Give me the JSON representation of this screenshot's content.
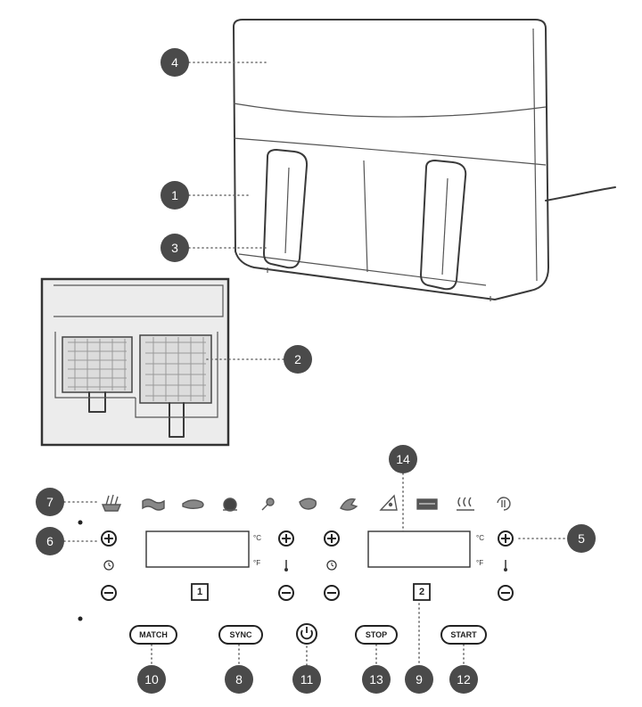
{
  "callouts": {
    "n1": "1",
    "n2": "2",
    "n3": "3",
    "n4": "4",
    "n5": "5",
    "n6": "6",
    "n7": "7",
    "n8": "8",
    "n9": "9",
    "n10": "10",
    "n11": "11",
    "n12": "12",
    "n13": "13",
    "n14": "14"
  },
  "control_panel": {
    "zone1": "1",
    "zone2": "2",
    "unit_c": "°C",
    "unit_f": "°F",
    "buttons": {
      "match": "MATCH",
      "sync": "SYNC",
      "stop": "STOP",
      "start": "START"
    }
  },
  "icons": [
    "fries-icon",
    "bacon-icon",
    "sausage-icon",
    "chicken-icon",
    "drumstick-icon",
    "steak-icon",
    "fish-icon",
    "pizza-icon",
    "dehydrate-icon",
    "reheat-icon",
    "keep-warm-icon"
  ],
  "colors": {
    "badge": "#4a4a4a",
    "line": "#3a3a3a",
    "inset_bg": "#ececec"
  }
}
